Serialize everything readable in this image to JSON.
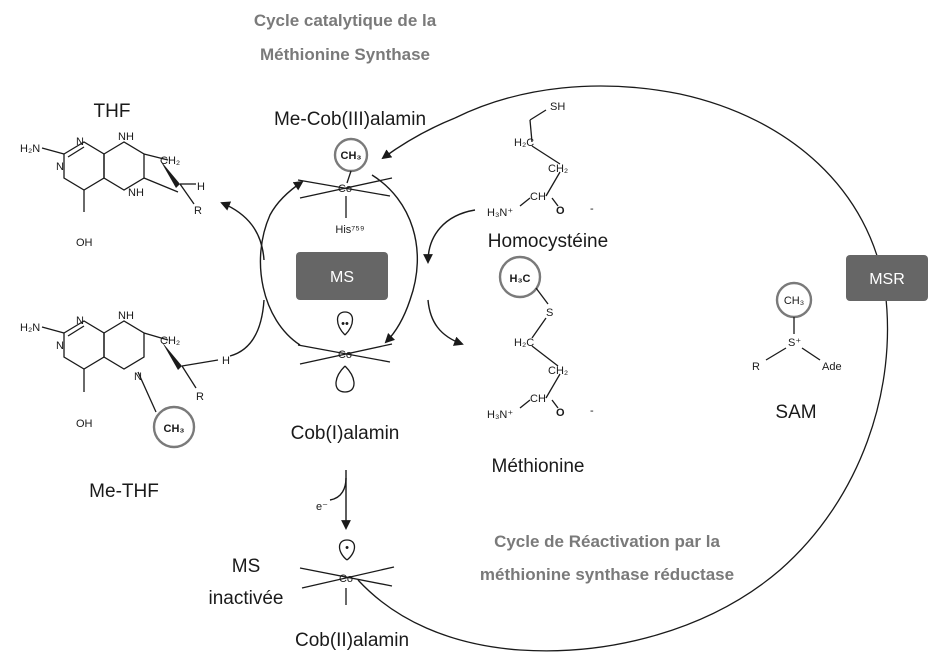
{
  "titles": {
    "catalytic_line1": "Cycle catalytique de la",
    "catalytic_line2": "Méthionine Synthase",
    "reactivation_line1": "Cycle de Réactivation par la",
    "reactivation_line2": "méthionine synthase réductase"
  },
  "enzymes": {
    "ms": "MS",
    "msr": "MSR"
  },
  "compounds": {
    "thf": "THF",
    "me_thf": "Me-THF",
    "me_cob3": "Me-Cob(III)alamin",
    "cob1": "Cob(I)alamin",
    "cob2": "Cob(II)alamin",
    "homocysteine": "Homocystéine",
    "methionine": "Méthionine",
    "sam": "SAM",
    "ms_inactive_line1": "MS",
    "ms_inactive_line2": "inactivée"
  },
  "atoms": {
    "co": "Co",
    "ch3": "CH₃",
    "h3c": "H₃C",
    "his": "His⁷⁵⁹",
    "h2n": "H₂N",
    "nh": "NH",
    "n": "N",
    "h": "H",
    "ch2": "CH₂",
    "r": "R",
    "oh": "OH",
    "sh": "SH",
    "s": "S",
    "s_plus": "S⁺",
    "ade": "Ade",
    "h2c": "H₂C",
    "h3n_plus": "H₃N⁺",
    "ch": "CH",
    "o": "O",
    "minus": "-",
    "electron": "e⁻",
    "radical_dots": "••",
    "radical_dot": "•"
  },
  "colors": {
    "enzyme_box": "#666666",
    "highlight_ring": "#7a7a7a",
    "title_grey": "#7a7a7a"
  }
}
